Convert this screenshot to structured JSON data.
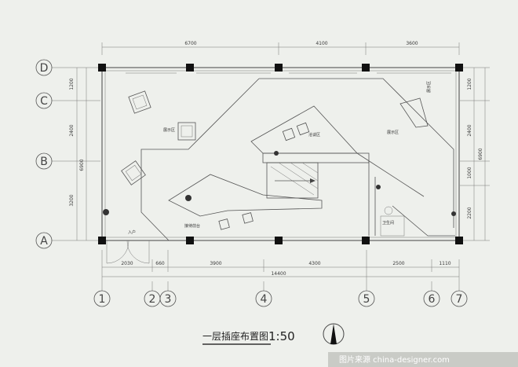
{
  "drawing": {
    "title": "一层插座布置图",
    "scale": "1:50",
    "watermark": "图片来源 china-designer.com"
  },
  "dimensions": {
    "top": [
      "6700",
      "4100",
      "3600"
    ],
    "bottom": [
      "2030",
      "660",
      "3900",
      "4300",
      "2500",
      "1110"
    ],
    "bottom_total": "14400",
    "left": [
      "1200",
      "2400",
      "3200"
    ],
    "left_total": "6900",
    "right": [
      "1200",
      "2400",
      "1000",
      "2200"
    ],
    "right_total": "6900"
  },
  "axes": {
    "rows": [
      "D",
      "C",
      "B",
      "A"
    ],
    "columns": [
      "1",
      "2",
      "3",
      "4",
      "5",
      "6",
      "7"
    ]
  },
  "rooms": {
    "display_left": "展示区",
    "display_right": "展示区",
    "display_top_right": "展示区",
    "negotiation": "洽谈区",
    "reception": "接待前台",
    "entrance": "入户",
    "restroom": "卫生间"
  }
}
